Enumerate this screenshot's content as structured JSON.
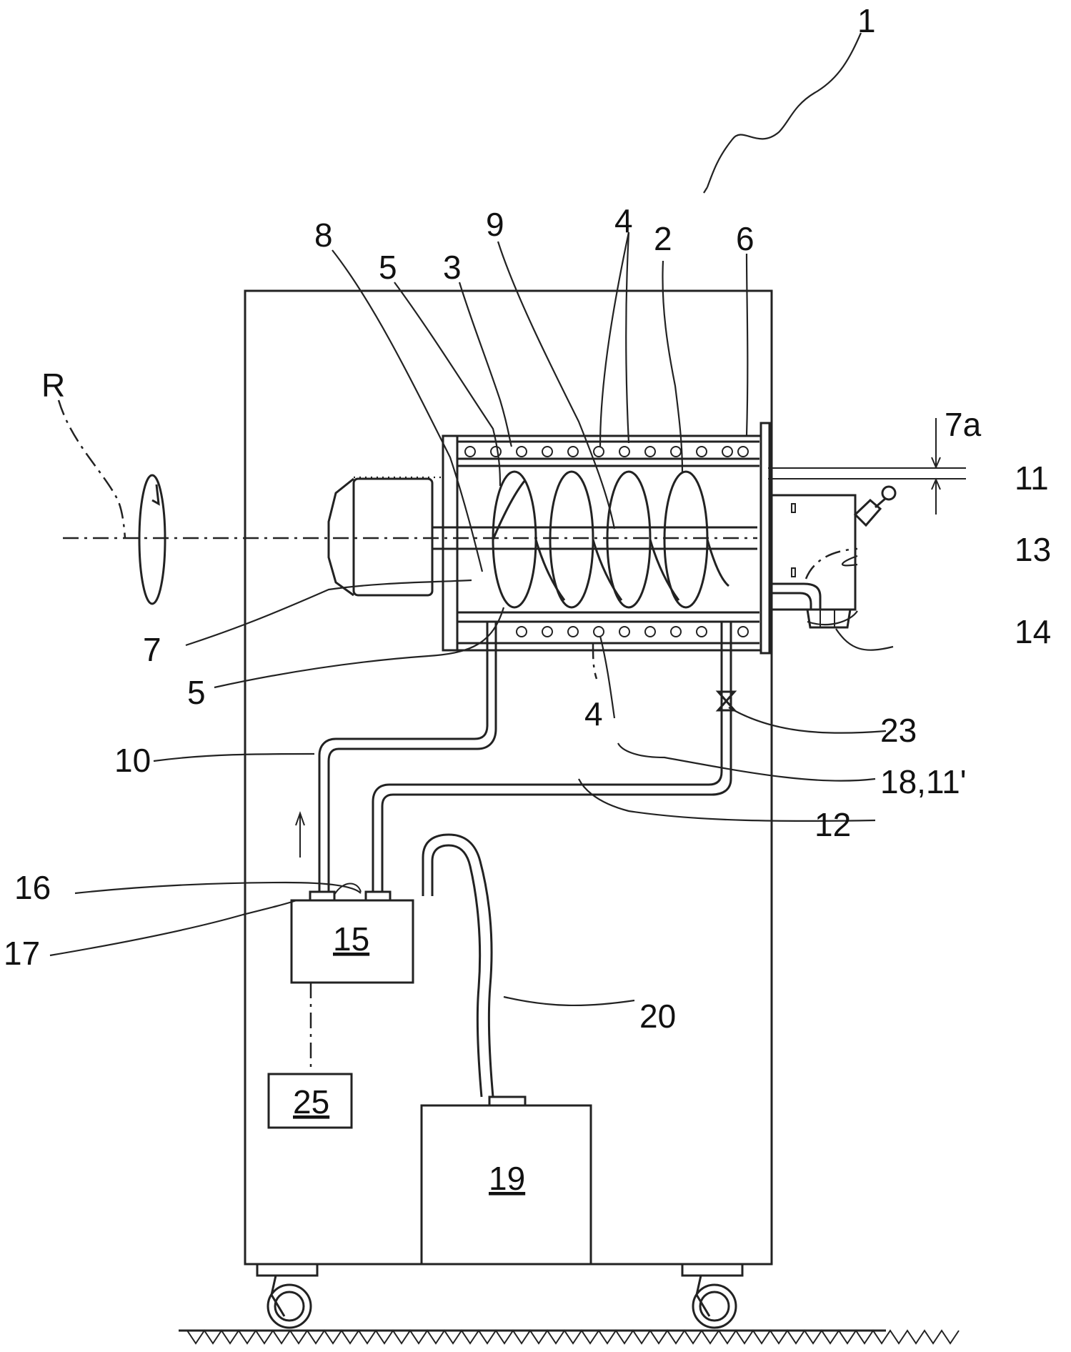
{
  "labels": {
    "machine": "1",
    "chamber": "2",
    "housing": "3",
    "heating_coils_top": "4",
    "heating_coils_bottom": "4",
    "gap_top": "5",
    "gap_bottom": "5",
    "end_flange": "6",
    "screw": "7",
    "clearance": "7a",
    "shaft": "8",
    "flight": "9",
    "feed_line": "10",
    "outlet_line": "11",
    "head": "13",
    "nozzle": "14",
    "pump": "15",
    "pump_outlet": "16",
    "pump_inlet": "17",
    "return_line": "18,11'",
    "circuit": "12",
    "tank": "19",
    "tank_hose": "20",
    "valve": "23",
    "controller": "25",
    "axis": "R"
  }
}
